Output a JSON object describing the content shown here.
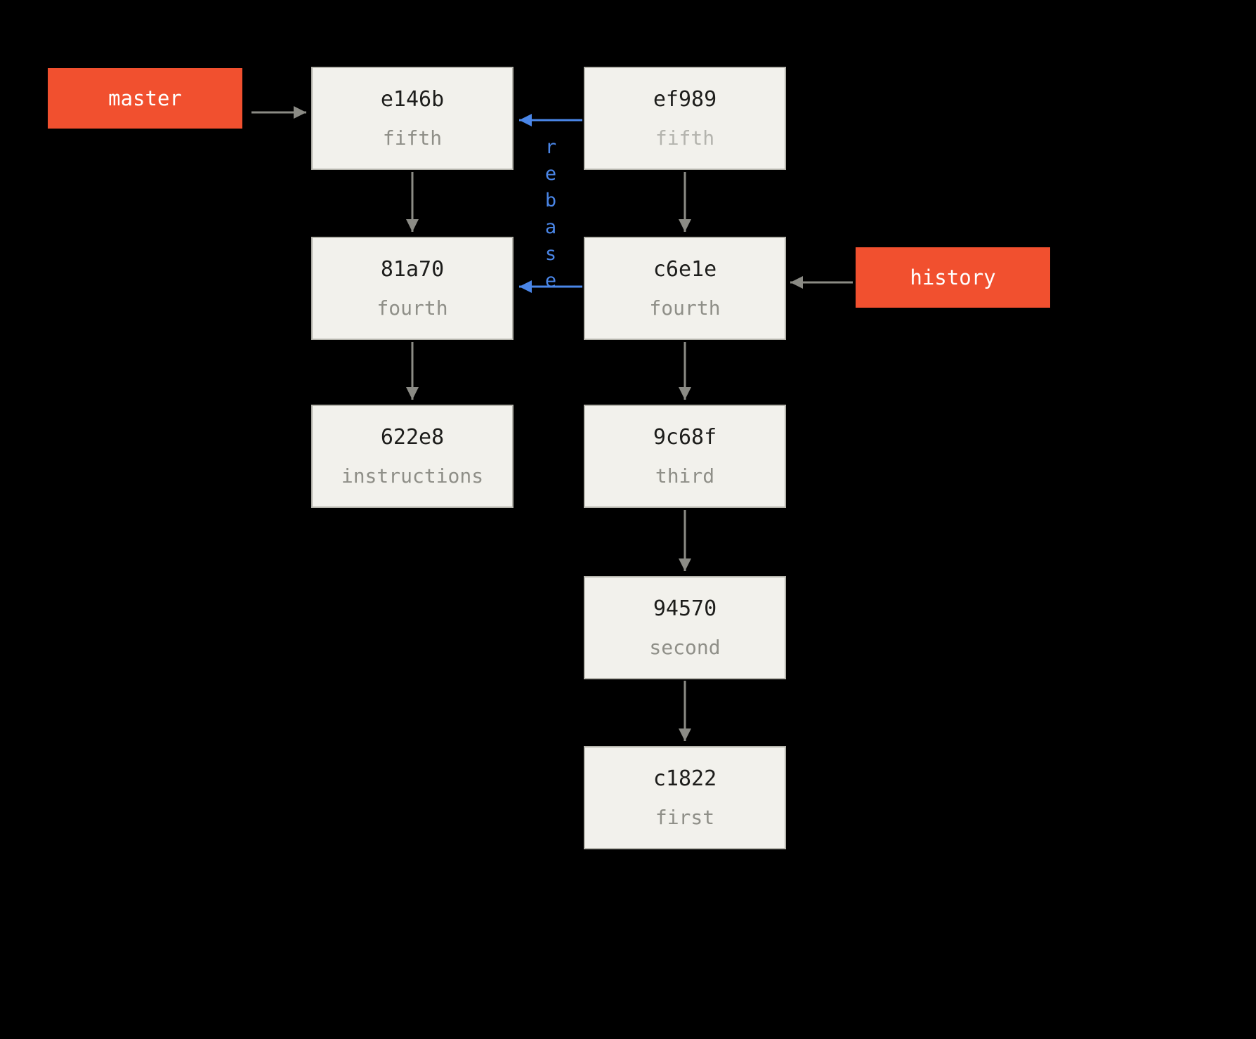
{
  "diagram": {
    "title": "git rebase commit graph",
    "branch_labels": {
      "master": "master",
      "history": "history"
    },
    "rebase_label": "rebase",
    "colors": {
      "background": "#000000",
      "branch_label_bg": "#f1502f",
      "branch_label_text": "#ffffff",
      "box_bg": "#f2f1ec",
      "box_border": "#b5b4ac",
      "commit_id_text": "#1d1d1b",
      "commit_message_text": "#8f8f88",
      "arrow_gray": "#8b8b85",
      "arrow_blue": "#4a86e8"
    },
    "nodes": [
      {
        "id": "e146b",
        "message": "fifth"
      },
      {
        "id": "ef989",
        "message": "fifth"
      },
      {
        "id": "81a70",
        "message": "fourth"
      },
      {
        "id": "c6e1e",
        "message": "fourth"
      },
      {
        "id": "622e8",
        "message": "instructions"
      },
      {
        "id": "9c68f",
        "message": "third"
      },
      {
        "id": "94570",
        "message": "second"
      },
      {
        "id": "c1822",
        "message": "first"
      }
    ]
  }
}
